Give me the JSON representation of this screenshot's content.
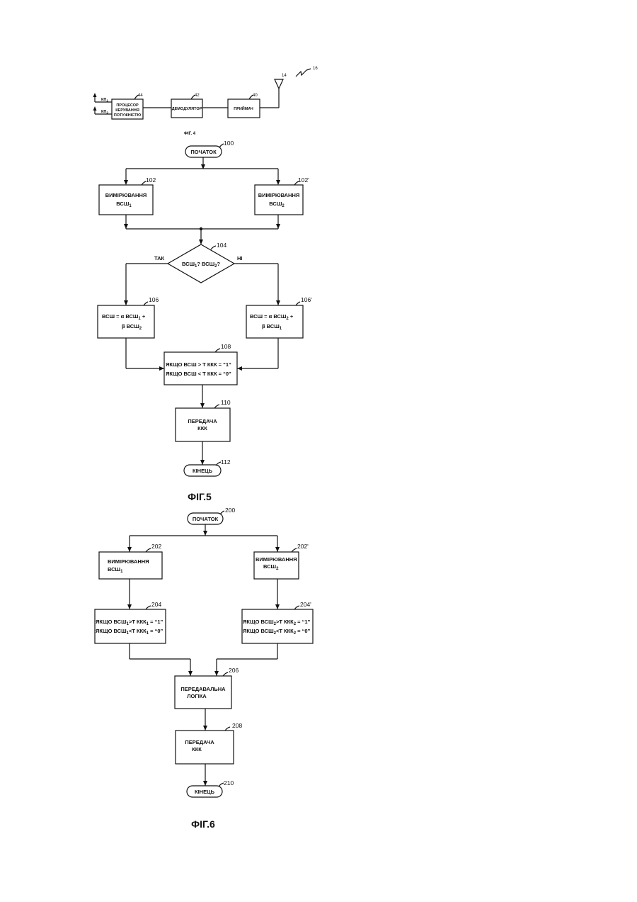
{
  "fig4": {
    "caption": "ФІГ. 4",
    "processor": [
      "ПРОЦЕСОР",
      "КЕРУВАННЯ",
      "ПОТУЖНІСТЮ"
    ],
    "demodulator": "ДЕМОДУЛЯТОР",
    "receiver": "ПРИЙМАЧ",
    "output1": "КП",
    "output2": "КП",
    "sub1": "1",
    "sub2": "2",
    "refs": {
      "processor": "44",
      "demodulator": "42",
      "receiver": "40",
      "antenna": "14",
      "signal": "16"
    }
  },
  "fig5": {
    "caption": "ФІГ.5",
    "start": "ПОЧАТОК",
    "end": "КІНЕЦЬ",
    "measure": "ВИМІРЮВАННЯ",
    "snr": "ВСШ",
    "sub1": "1",
    "sub2": "2",
    "decision_a": "ВСШ",
    "decision_b": "? ВСШ",
    "decision_c": "?",
    "yes": "ТАК",
    "no": "НІ",
    "formula_prefix": "ВСШ = α ВСШ",
    "formula_plus": "+",
    "formula_beta": "β ВСШ",
    "threshold1": "ЯКЩО  ВСШ > Т  ККК = “1”",
    "threshold2": "ЯКЩО  ВСШ < Т  ККК = “0”",
    "transmit": [
      "ПЕРЕДАЧА",
      "ККК"
    ],
    "refs": {
      "start": "100",
      "measure1": "102",
      "measure2": "102'",
      "decision": "104",
      "formula1": "106",
      "formula2": "106'",
      "threshold": "108",
      "transmit": "110",
      "end": "112"
    }
  },
  "fig6": {
    "caption": "ФІГ.6",
    "start": "ПОЧАТОК",
    "end": "КІНЕЦЬ",
    "measure": "ВИМІРЮВАННЯ",
    "snr": "ВСШ",
    "sub1": "1",
    "sub2": "2",
    "cond_if": "ЯКЩО ВСШ",
    "cond_gt": ">Т ККК",
    "cond_lt": "<Т ККК",
    "val_one": " = “1”",
    "val_zero": " = “0”",
    "logic": [
      "ПЕРЕДАВАЛЬНА",
      "ЛОГІКА"
    ],
    "transmit": [
      "ПЕРЕДАЧА",
      "ККК"
    ],
    "refs": {
      "start": "200",
      "measure1": "202",
      "measure2": "202'",
      "threshold1": "204",
      "threshold2": "204'",
      "logic": "206",
      "transmit": "208",
      "end": "210"
    }
  }
}
